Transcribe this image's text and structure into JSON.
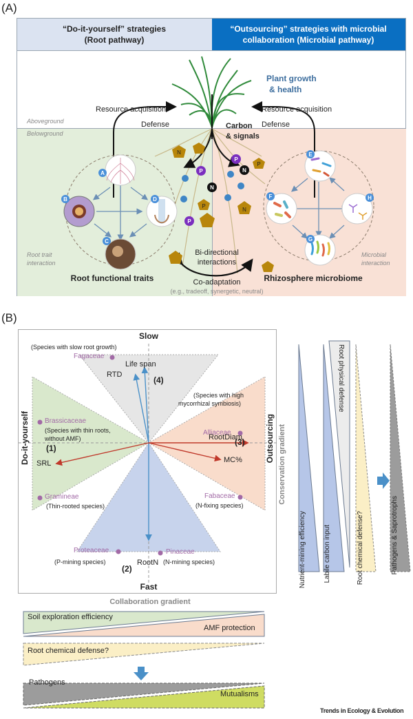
{
  "panelA": {
    "label": "(A)",
    "header_left": {
      "line1": "“Do-it-yourself” strategies",
      "line2": "(Root pathway)"
    },
    "header_right": {
      "line1": "“Outsourcing” strategies with microbial",
      "line2": "collaboration (Microbial pathway)"
    },
    "plant_growth": {
      "line1": "Plant growth",
      "line2": "& health"
    },
    "left_arrow": {
      "line1": "Resource acquisition",
      "line2": "Defense"
    },
    "right_arrow": {
      "line1": "Resource acquisition",
      "line2": "Defense"
    },
    "carbon_signals": {
      "line1": "Carbon",
      "line2": "& signals"
    },
    "aboveground": "Aboveground",
    "belowground": "Belowground",
    "root_trait_interaction": {
      "line1": "Root trait",
      "line2": "interaction"
    },
    "microbial_interaction": {
      "line1": "Microbial",
      "line2": "interaction"
    },
    "root_functional_traits": "Root functional traits",
    "rhizosphere_microbiome": "Rhizosphere microbiome",
    "bidirectional": {
      "line1": "Bi-directional",
      "line2": "interactions"
    },
    "coadaptation": "Co-adaptation",
    "coadaptation_examples": "(e.g., tradeoff, synergetic, neutral)",
    "trait_circles": [
      "A",
      "B",
      "C",
      "D"
    ],
    "microbe_circles": [
      "E",
      "F",
      "G",
      "H"
    ],
    "nutrients": {
      "P": "P",
      "N": "N",
      "C": "C",
      "No": "Nₒ",
      "Po": "Pₒ"
    },
    "colors": {
      "header_left_bg": "#dbe3f1",
      "header_right_bg": "#0a6fc2",
      "below_left_bg": "#e3eedb",
      "below_right_bg": "#f9e1d6",
      "plant_green": "#2f8a3a",
      "nutrient_hex": "#b8860b",
      "p_purple": "#7b2fbf",
      "c_blue": "#3f86c6",
      "plant_text": "#3d6e9e"
    }
  },
  "panelB": {
    "label": "(B)",
    "axis_top": "Slow",
    "axis_bottom": "Fast",
    "axis_left": "Do-it-yourself",
    "axis_right": "Outsourcing",
    "quadrants": {
      "q1": "(1)",
      "q2": "(2)",
      "q3": "(3)",
      "q4": "(4)"
    },
    "vectors": [
      "Life span",
      "RTD",
      "RootDiam",
      "MC%",
      "SRL",
      "RootN"
    ],
    "families": {
      "fagaceae": "Fagaceae",
      "brassicaceae": "Brassicaceae",
      "gramineae": "Gramineae",
      "alliaceae": "Alliaceae",
      "fabaceae": "Fabaceae",
      "proteaceae": "Proteaceae",
      "pinaceae": "Pinaceae"
    },
    "notes": {
      "slow_growth": "(Species with slow root growth)",
      "thin_roots_1": "(Species with thin roots,",
      "thin_roots_2": "without AMF)",
      "thin_rooted": "(Thin-rooted species)",
      "high_myco_1": "(Species with high",
      "high_myco_2": "mycorrhizal symbiosis)",
      "n_fixing": "(N-fixing species)",
      "p_mining": "(P-mining species)",
      "n_mining": "(N-mining species)"
    },
    "conservation_gradient": "Conservation gradient",
    "wedges_right": [
      "Nutrient-mining efficiency",
      "Labile carbon input",
      "Root physical defense",
      "Root chemical defense?",
      "Pathogens & Saprotrophs"
    ],
    "collaboration_gradient": "Collaboration gradient",
    "soil_exploration": "Soil exploration efficiency",
    "amf_protection": "AMF protection",
    "root_chem_defense": "Root chemical defense?",
    "pathogens": "Pathogens",
    "mutualisms": "Mutualisms",
    "colors": {
      "green_wedge": "#d9e8cc",
      "grey_wedge": "#e6e6e6",
      "orange_wedge": "#f9dccb",
      "blue_wedge": "#c7d3ec",
      "family_purple": "#a26aa6",
      "blue_arrow": "#4a90c8",
      "red_arrow": "#c0392b",
      "yellow_wedge": "#fbefc6",
      "dark_grey_wedge": "#9c9c9c",
      "mutualism_green": "#cfdc62"
    }
  },
  "footer": {
    "journal": "Trends in Ecology & Evolution"
  }
}
